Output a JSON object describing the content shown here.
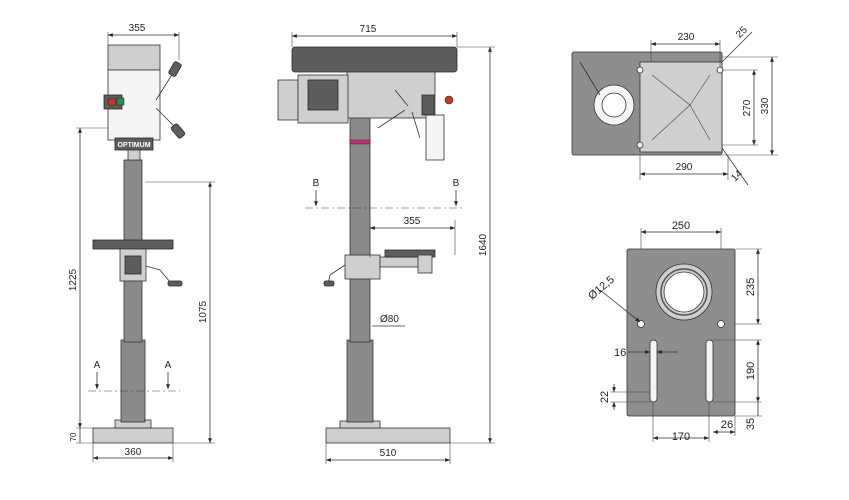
{
  "front_view": {
    "width_head": "355",
    "height_total": "1225",
    "height_table": "1075",
    "base_height": "70",
    "base_width": "360",
    "section_left": "A",
    "section_right": "A",
    "brand_label": "OPTIMUM"
  },
  "side_view": {
    "width_head": "715",
    "height_total": "1640",
    "table_reach": "355",
    "column_diameter": "Ø80",
    "base_width": "510",
    "section_left": "B",
    "section_right": "B"
  },
  "table_plan": {
    "slot_spacing": "230",
    "corner": "25",
    "inner_height": "270",
    "outer_height": "330",
    "width": "290",
    "edge": "14"
  },
  "base_plan": {
    "top_width": "250",
    "hole_diameter": "Ø12,5",
    "upper_height": "235",
    "slot_width": "16",
    "slot_length": "190",
    "slot_end": "22",
    "slot_spacing": "170",
    "edge_offset": "26",
    "bottom_offset": "35"
  },
  "colors": {
    "metal": "#8a8a8a",
    "dark_metal": "#5d5d5d",
    "accent_magenta": "#c2307a",
    "switch_red": "#c0392b",
    "switch_green": "#2e8b57"
  }
}
